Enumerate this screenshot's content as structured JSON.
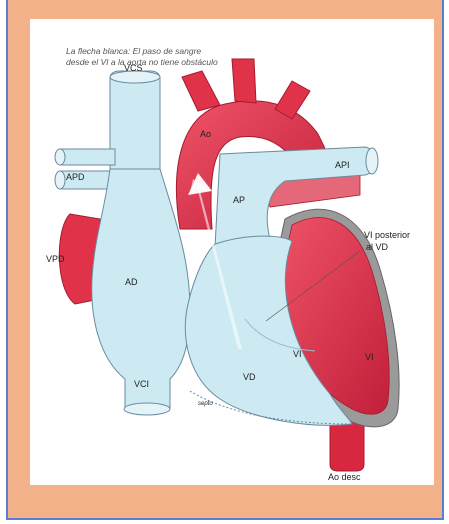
{
  "caption": {
    "line1": "La flecha blanca: El paso de sangre",
    "line2": "desde el VI a la aorta no tiene obstáculo"
  },
  "labels": {
    "vcs": "VCS",
    "ao": "Ao",
    "api": "API",
    "apd": "APD",
    "ap": "AP",
    "vi_posterior_line1": "VI posterior",
    "vi_posterior_line2": "al VD",
    "vpd": "VPD",
    "ad": "AD",
    "vd": "VD",
    "vi_inner": "VI",
    "vi_outer": "VI",
    "vci": "VCI",
    "septo": "septo",
    "ao_desc": "Ao desc"
  },
  "colors": {
    "frame": "#f3b189",
    "border": "#5b7fd0",
    "light_blue": "#cde9f2",
    "red": "#e0334a",
    "dark_red": "#b8203a"
  }
}
